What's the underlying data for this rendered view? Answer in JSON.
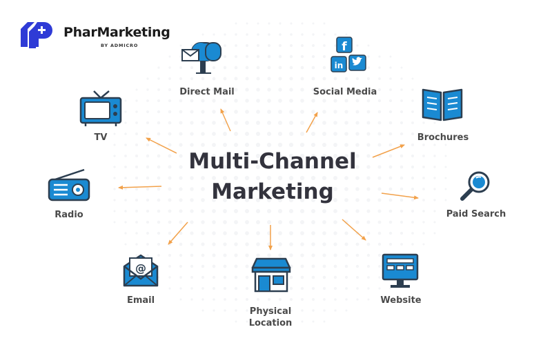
{
  "brand": {
    "name": "PharMarketing",
    "tagline": "BY ADMICRO",
    "color": "#2f3bd6"
  },
  "title": {
    "line1": "Multi-Channel",
    "line2": "Marketing"
  },
  "colors": {
    "icon_blue": "#1a8ad2",
    "icon_dark": "#2c3e50",
    "arrow": "#f2a14a",
    "text": "#4a4a4a",
    "title": "#33333d"
  },
  "channels": [
    {
      "id": "direct-mail",
      "label": "Direct Mail",
      "icon": "mailbox-icon"
    },
    {
      "id": "social-media",
      "label": "Social Media",
      "icon": "social-media-icon"
    },
    {
      "id": "tv",
      "label": "TV",
      "icon": "tv-icon"
    },
    {
      "id": "brochures",
      "label": "Brochures",
      "icon": "brochure-icon"
    },
    {
      "id": "radio",
      "label": "Radio",
      "icon": "radio-icon"
    },
    {
      "id": "paid-search",
      "label": "Paid Search",
      "icon": "magnifier-icon"
    },
    {
      "id": "email",
      "label": "Email",
      "icon": "email-icon"
    },
    {
      "id": "physical-location",
      "label_line1": "Physical",
      "label_line2": "Location",
      "icon": "storefront-icon"
    },
    {
      "id": "website",
      "label": "Website",
      "icon": "website-icon"
    }
  ]
}
